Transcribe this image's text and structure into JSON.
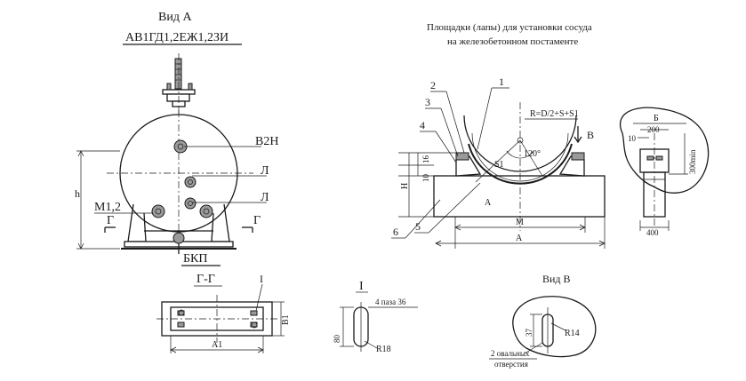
{
  "view_a": {
    "title": "Вид А",
    "code": "АВ1ГД1,2ЕЖ1,2ЗИ",
    "label_b2n": "В2Н",
    "label_l1": "Л",
    "label_l2": "Л",
    "label_m12": "М1,2",
    "label_g_left": "Г",
    "label_g_right": "Г",
    "label_h": "h",
    "label_bkp": "БКП"
  },
  "pads": {
    "title_line1": "Площадки (лапы) для установки сосуда",
    "title_line2": "на железобетонном постаменте",
    "callout_1": "1",
    "callout_2": "2",
    "callout_3": "3",
    "callout_4": "4",
    "callout_5": "5",
    "callout_6": "6",
    "formula": "R=D/2+S+S1",
    "angle": "120°",
    "s1": "S1",
    "dim_a_diag": "A",
    "dim_m": "M",
    "dim_a": "A",
    "dim_h": "H",
    "dim_10": "10",
    "dim_16": "16",
    "view_b_arrow": "В"
  },
  "detail_b": {
    "label_b": "Б",
    "dim_200": "200",
    "dim_10": "10",
    "dim_300min": "300min",
    "dim_400": "400"
  },
  "section_gg": {
    "title": "Г-Г",
    "callout": "I",
    "label_b1": "B1",
    "label_a1": "A1"
  },
  "detail_i": {
    "title": "I",
    "slots": "4 паза 36",
    "dim_80": "80",
    "radius": "R18"
  },
  "view_b": {
    "title": "Вид В",
    "dim_37": "37",
    "radius": "R14",
    "holes_line1": "2 овальных",
    "holes_line2": "отверстия"
  }
}
